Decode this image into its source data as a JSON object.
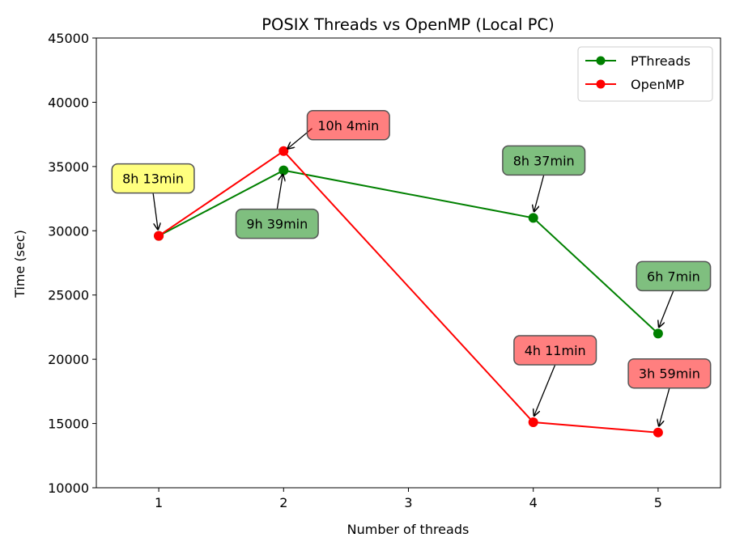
{
  "chart_data": {
    "type": "line",
    "title": "POSIX Threads vs OpenMP (Local PC)",
    "xlabel": "Number of threads",
    "ylabel": "Time (sec)",
    "x_ticks": [
      1,
      2,
      3,
      4,
      5
    ],
    "y_ticks": [
      10000,
      15000,
      20000,
      25000,
      30000,
      35000,
      40000,
      45000
    ],
    "xlim": [
      0.5,
      5.5
    ],
    "ylim": [
      10000,
      45000
    ],
    "legend_position": "top-right",
    "grid": false,
    "series": [
      {
        "name": "PThreads",
        "color": "#008000",
        "points": [
          {
            "x": 1,
            "y": 29600
          },
          {
            "x": 2,
            "y": 34700
          },
          {
            "x": 4,
            "y": 31000
          },
          {
            "x": 5,
            "y": 22000
          }
        ]
      },
      {
        "name": "OpenMP",
        "color": "#ff0000",
        "points": [
          {
            "x": 1,
            "y": 29600
          },
          {
            "x": 2,
            "y": 36200
          },
          {
            "x": 4,
            "y": 15100
          },
          {
            "x": 5,
            "y": 14300
          }
        ]
      }
    ],
    "annotations": [
      {
        "text": "8h 13min",
        "x": 1,
        "y": 29600,
        "box_color": "#ffff00"
      },
      {
        "text": "10h 4min",
        "x": 2,
        "y": 36200,
        "box_color": "#ff0000"
      },
      {
        "text": "9h 39min",
        "x": 2,
        "y": 34700,
        "box_color": "#008000"
      },
      {
        "text": "8h 37min",
        "x": 4,
        "y": 31000,
        "box_color": "#008000"
      },
      {
        "text": "6h 7min",
        "x": 5,
        "y": 22000,
        "box_color": "#008000"
      },
      {
        "text": "4h 11min",
        "x": 4,
        "y": 15100,
        "box_color": "#ff0000"
      },
      {
        "text": "3h 59min",
        "x": 5,
        "y": 14300,
        "box_color": "#ff0000"
      }
    ]
  }
}
